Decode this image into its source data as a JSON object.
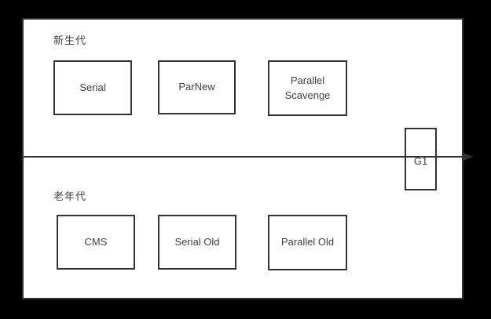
{
  "colors": {
    "background": "#000000",
    "surface": "#ffffff",
    "border": "#333333",
    "text": "#404040"
  },
  "young_generation": {
    "label": "新生代",
    "collectors": [
      {
        "label": "Serial"
      },
      {
        "label": "ParNew"
      },
      {
        "label": "Parallel Scavenge"
      }
    ]
  },
  "old_generation": {
    "label": "老年代",
    "collectors": [
      {
        "label": "CMS"
      },
      {
        "label": "Serial Old"
      },
      {
        "label": "Parallel Old"
      }
    ]
  },
  "cross_generation": {
    "label": "G1"
  },
  "divider": {
    "arrow_icon": "right-arrow"
  }
}
